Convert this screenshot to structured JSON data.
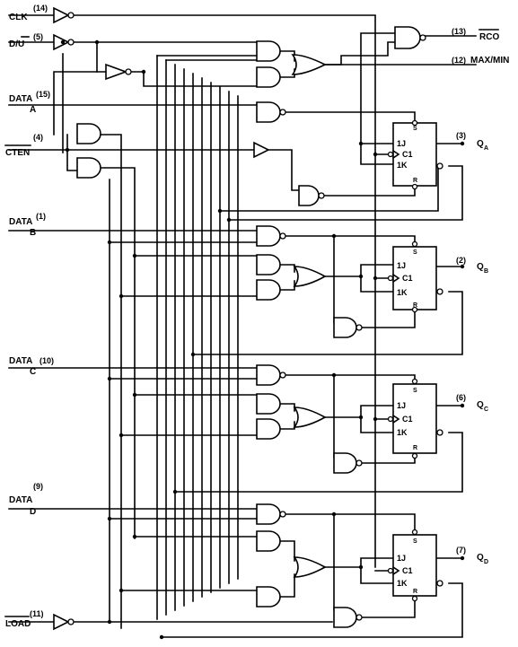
{
  "inputs": {
    "clk": {
      "name": "CLK",
      "pin": "(14)"
    },
    "du": {
      "name": "D/U",
      "pin": "(5)"
    },
    "data_a": {
      "name": "DATA",
      "sub": "A",
      "pin": "(15)"
    },
    "cten": {
      "name": "CTEN",
      "pin": "(4)"
    },
    "data_b": {
      "name": "DATA",
      "sub": "B",
      "pin": "(1)"
    },
    "data_c": {
      "name": "DATA",
      "sub": "C",
      "pin": "(10)"
    },
    "data_d": {
      "name": "DATA",
      "sub": "D",
      "pin": "(9)"
    },
    "load": {
      "name": "LOAD",
      "pin": "(11)"
    }
  },
  "outputs": {
    "rco": {
      "name": "RCO",
      "pin": "(13)"
    },
    "maxmin": {
      "name": "MAX/MIN",
      "pin": "(12)"
    },
    "qa": {
      "name": "Q",
      "sub": "A",
      "pin": "(3)"
    },
    "qb": {
      "name": "Q",
      "sub": "B",
      "pin": "(2)"
    },
    "qc": {
      "name": "Q",
      "sub": "C",
      "pin": "(6)"
    },
    "qd": {
      "name": "Q",
      "sub": "D",
      "pin": "(7)"
    }
  },
  "flipflop": {
    "s": "S",
    "j": "1J",
    "c": "C1",
    "k": "1K",
    "r": "R"
  }
}
